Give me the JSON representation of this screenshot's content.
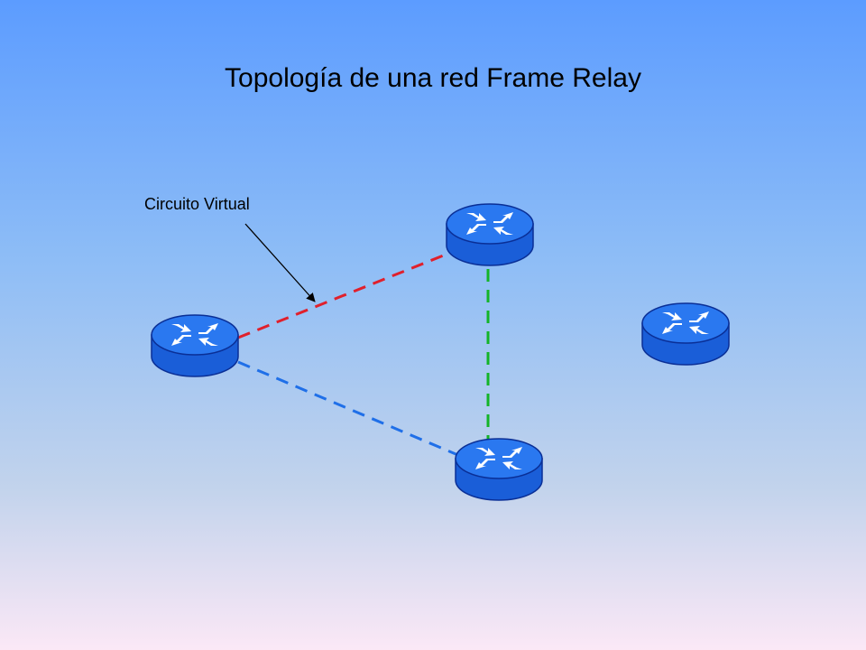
{
  "title": "Topología de una red Frame Relay",
  "annotation": {
    "label": "Circuito Virtual"
  },
  "routers": [
    {
      "id": "router-left"
    },
    {
      "id": "router-top"
    },
    {
      "id": "router-bottom"
    },
    {
      "id": "router-right"
    }
  ],
  "links": [
    {
      "id": "vc-left-top",
      "from": "router-left",
      "to": "router-top",
      "color": "#e0202c",
      "style": "dashed"
    },
    {
      "id": "vc-left-bottom",
      "from": "router-left",
      "to": "router-bottom",
      "color": "#1f6fe8",
      "style": "dashed"
    },
    {
      "id": "vc-top-bottom",
      "from": "router-top",
      "to": "router-bottom",
      "color": "#14b428",
      "style": "dashed"
    }
  ],
  "colors": {
    "router_body": "#1f6ae6",
    "router_edge": "#0a2f96",
    "router_arrows": "#ffffff"
  }
}
